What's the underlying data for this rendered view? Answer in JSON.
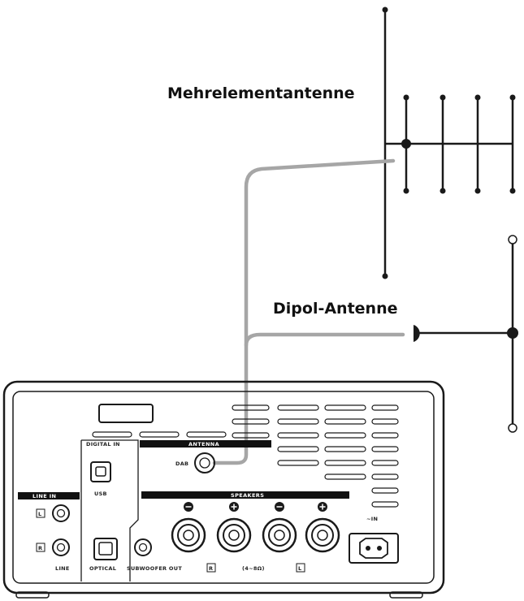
{
  "antennas": {
    "multi_element_label": "Mehrelementantenne",
    "dipole_label": "Dipol-Antenne"
  },
  "device": {
    "digital_in_label": "DIGITAL IN",
    "antenna_label": "ANTENNA",
    "dab_label": "DAB",
    "usb_label": "USB",
    "line_in_label": "LINE IN",
    "line_left": "L",
    "line_right": "R",
    "line_label": "LINE",
    "optical_label": "OPTICAL",
    "subwoofer_label": "SUBWOOFER OUT",
    "speakers_label": "SPEAKERS",
    "speaker_right": "R",
    "speaker_left": "L",
    "impedance_label": "(4~8Ω)",
    "power_label": "~IN"
  },
  "colors": {
    "line": "#1a1a1a",
    "cable": "#a6a6a6",
    "band": "#111111"
  }
}
